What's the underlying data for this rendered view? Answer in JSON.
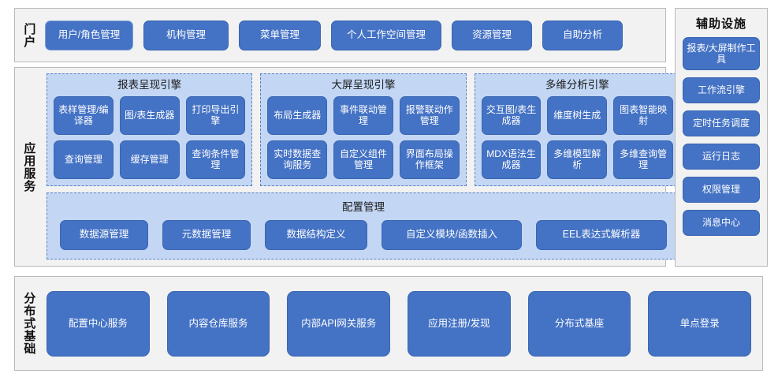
{
  "layers": {
    "portal": {
      "label": "门户",
      "buttons": [
        "用户/角色管理",
        "机构管理",
        "菜单管理",
        "个人工作空间管理",
        "资源管理",
        "自助分析"
      ]
    },
    "application_services": {
      "label": "应用服务",
      "engines": [
        {
          "title": "报表呈现引擎",
          "items": [
            "表样管理/编译器",
            "图/表生成器",
            "打印导出引擎",
            "查询管理",
            "缓存管理",
            "查询条件管理"
          ]
        },
        {
          "title": "大屏呈现引擎",
          "items": [
            "布局生成器",
            "事件联动管理",
            "报警联动作管理",
            "实时数据查询服务",
            "自定义组件管理",
            "界面布局操作框架"
          ]
        },
        {
          "title": "多维分析引擎",
          "items": [
            "交互图/表生成器",
            "维度树生成",
            "图表智能映射",
            "MDX语法生成器",
            "多维模型解析",
            "多维查询管理"
          ]
        }
      ],
      "config": {
        "title": "配置管理",
        "items": [
          "数据源管理",
          "元数据管理",
          "数据结构定义",
          "自定义模块/函数插入",
          "EEL表达式解析器"
        ]
      }
    },
    "auxiliary": {
      "title": "辅助设施",
      "items": [
        "报表/大屏制作工具",
        "工作流引擎",
        "定时任务调度",
        "运行日志",
        "权限管理",
        "消息中心"
      ]
    },
    "distributed_base": {
      "label": "分布式基础",
      "buttons": [
        "配置中心服务",
        "内容仓库服务",
        "内部API网关服务",
        "应用注册/发现",
        "分布式基座",
        "单点登录"
      ]
    }
  },
  "colors": {
    "button_fill": "#4472c4",
    "button_border": "#3b66b0",
    "group_fill": "#c3d7f5",
    "group_border": "#5b7fc4",
    "panel_fill": "#f2f2f2",
    "panel_border": "#b9b9b9",
    "text_light": "#ffffff",
    "text_dark": "#111111"
  }
}
